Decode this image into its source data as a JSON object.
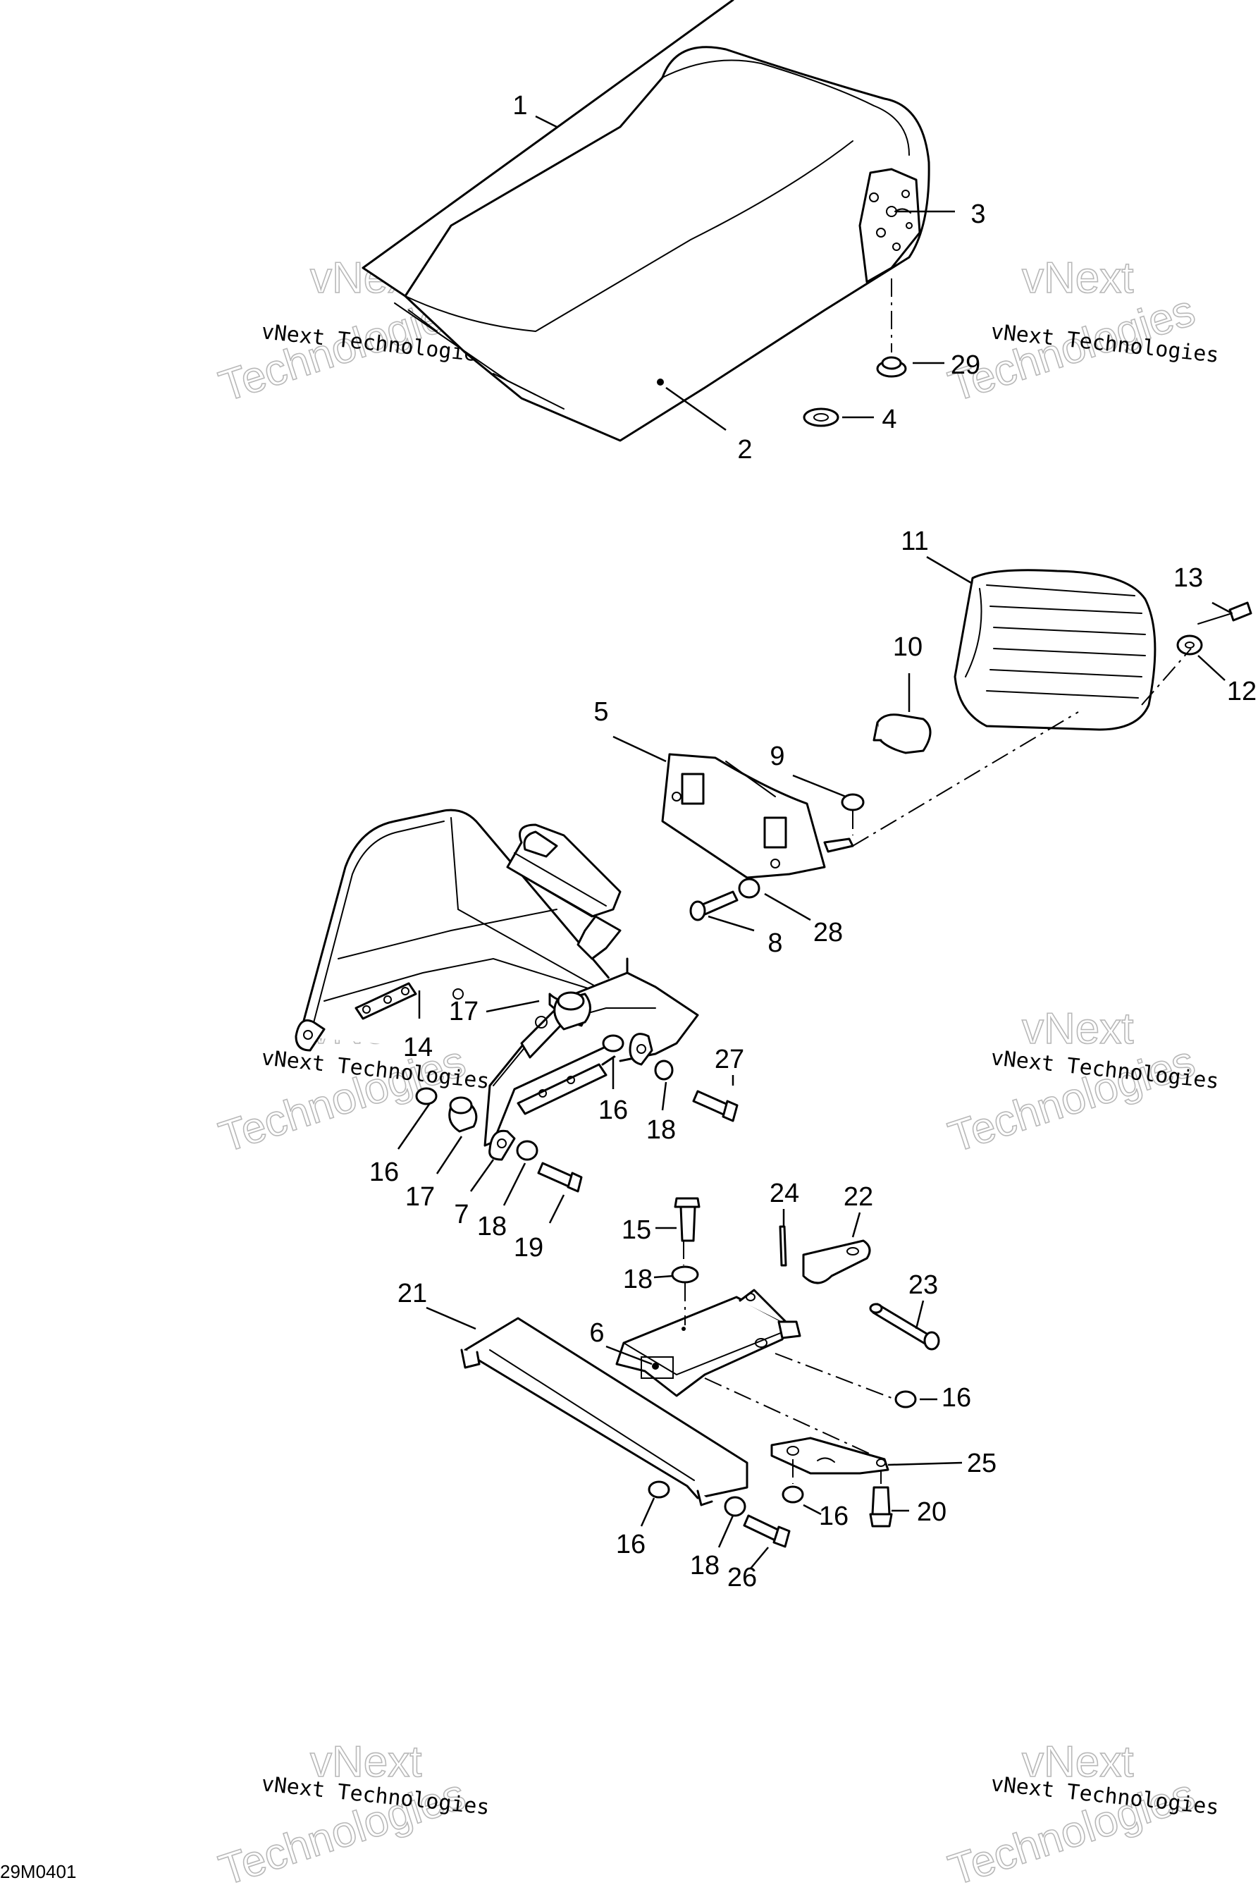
{
  "callouts": [
    "1",
    "2",
    "3",
    "4",
    "29",
    "11",
    "13",
    "10",
    "12",
    "5",
    "9",
    "28",
    "8",
    "14",
    "17",
    "16",
    "17",
    "7",
    "18",
    "19",
    "27",
    "18",
    "16",
    "24",
    "22",
    "15",
    "18",
    "23",
    "21",
    "6",
    "16",
    "25",
    "16",
    "20",
    "16",
    "18",
    "26"
  ],
  "watermark": {
    "line1": "vNext",
    "line2": "Technologies",
    "small": "vNext Technologies"
  },
  "drawing_code": "29M0401"
}
